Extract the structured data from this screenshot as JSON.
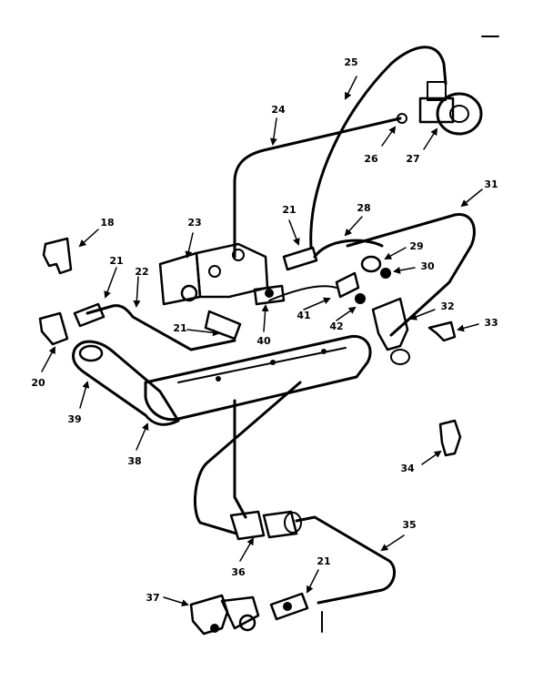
{
  "diagram": {
    "callouts": {
      "n18": "18",
      "n20": "20",
      "n21a": "21",
      "n21b": "21",
      "n21c": "21",
      "n21d": "21",
      "n22": "22",
      "n23": "23",
      "n24": "24",
      "n25": "25",
      "n26": "26",
      "n27": "27",
      "n28": "28",
      "n29": "29",
      "n30": "30",
      "n31": "31",
      "n32": "32",
      "n33": "33",
      "n34": "34",
      "n35": "35",
      "n36": "36",
      "n37": "37",
      "n38": "38",
      "n39": "39",
      "n40": "40",
      "n41": "41",
      "n42": "42"
    }
  }
}
